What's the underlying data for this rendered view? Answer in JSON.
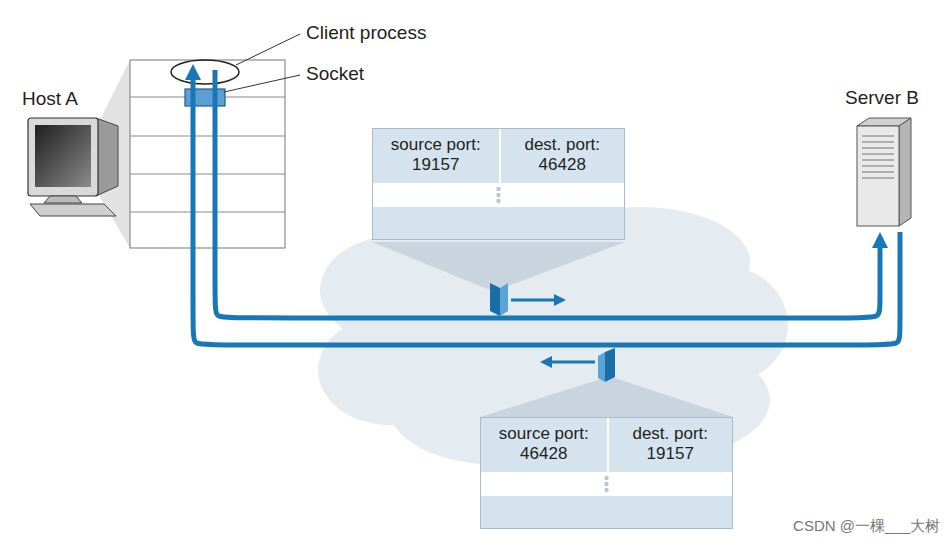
{
  "diagram": {
    "nodes": [
      {
        "text": [
          "Host A"
        ]
      },
      {
        "text": [
          "Server B"
        ]
      },
      {
        "text": [
          "source port: 19157",
          "dest. port: 46428"
        ]
      },
      {
        "text": [
          "source port: 46428",
          "dest. port: 19157"
        ]
      }
    ],
    "edges": [
      {
        "from": 0,
        "to": 1,
        "arrow": "to"
      },
      {
        "from": 1,
        "to": 0,
        "arrow": "to"
      }
    ],
    "labels": [
      "Client process",
      "Socket",
      "CSDN @一棵___大树"
    ]
  }
}
